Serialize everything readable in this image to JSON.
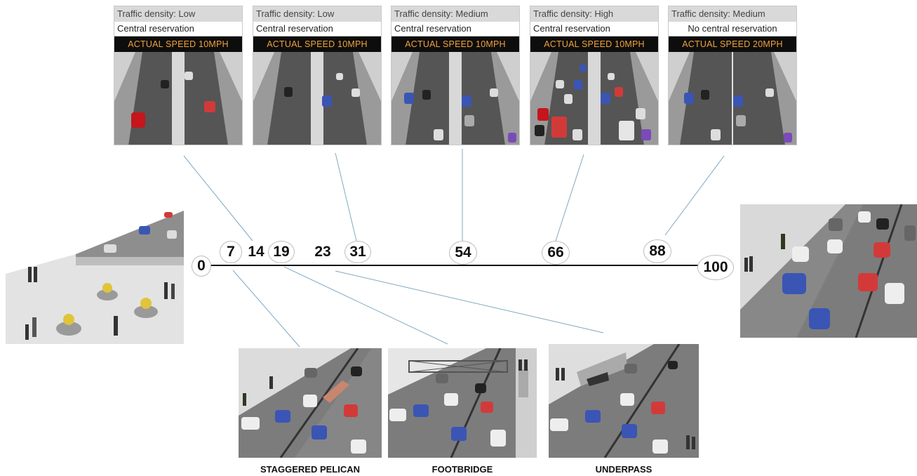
{
  "cards": [
    {
      "density": "Traffic density: Low",
      "reservation": "Central reservation",
      "speed": "ACTUAL SPEED 10MPH"
    },
    {
      "density": "Traffic density: Low",
      "reservation": "Central reservation",
      "speed": "ACTUAL SPEED  10MPH"
    },
    {
      "density": "Traffic density: Medium",
      "reservation": "Central reservation",
      "speed": "ACTUAL SPEED 10MPH"
    },
    {
      "density": "Traffic density: High",
      "reservation": "Central reservation",
      "speed": "ACTUAL SPEED 10MPH"
    },
    {
      "density": "Traffic density: Medium",
      "reservation": "No central reservation",
      "speed": "ACTUAL SPEED 20MPH"
    }
  ],
  "scale": {
    "ticks": [
      "0",
      "7",
      "14",
      "19",
      "23",
      "31",
      "54",
      "66",
      "88",
      "100"
    ]
  },
  "crossings": [
    {
      "label": "STAGGERED PELICAN"
    },
    {
      "label": "FOOTBRIDGE"
    },
    {
      "label": "UNDERPASS"
    }
  ]
}
